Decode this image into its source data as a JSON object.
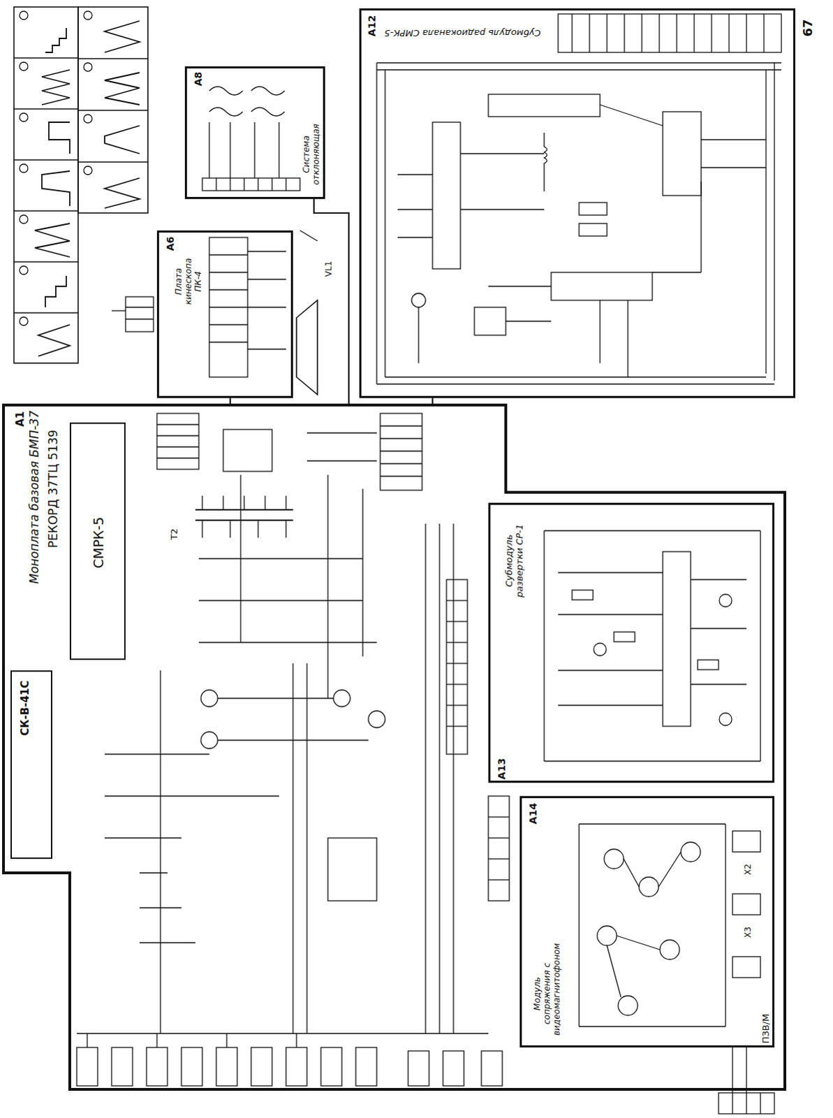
{
  "diagram": {
    "nodes": [
      {
        "text": [
          "А1",
          "Моноплата базовая БМП-37",
          "РЕКОРД 37ТЦ 5139"
        ]
      },
      {
        "text": [
          "СК-В-41С"
        ],
        "in": 0
      },
      {
        "text": [
          "СМРК-5"
        ],
        "in": 0
      },
      {
        "text": [
          "А13",
          "Субмодуль развертки СР-1"
        ],
        "in": 0
      },
      {
        "text": [
          "А14",
          "Модуль сопряжения с видеомагнитофоном",
          "ПЗВ/М"
        ],
        "in": 0
      },
      {
        "text": [
          "А6",
          "Плата кинескопа ПК-4"
        ]
      },
      {
        "text": [
          "А8",
          "Система отклоняющая"
        ]
      },
      {
        "text": [
          "А12",
          "Субмодуль радиоканала СМРК-5"
        ]
      }
    ],
    "edges": [
      {
        "from": 0,
        "to": 5,
        "arrow": "none"
      },
      {
        "from": 0,
        "to": 7,
        "arrow": "none"
      },
      {
        "from": 6,
        "to": 0,
        "arrow": "none"
      }
    ],
    "labels": [
      "67",
      "VL1",
      "T2",
      "X2",
      "X3"
    ]
  }
}
